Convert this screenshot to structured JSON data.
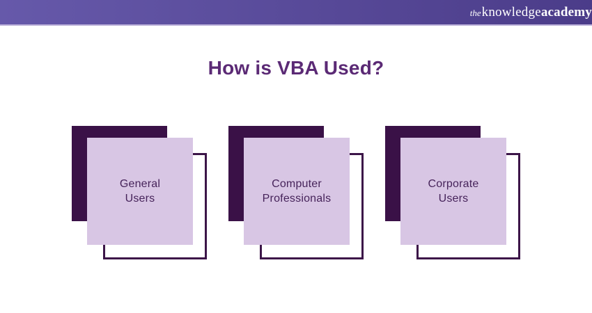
{
  "header": {
    "logo": {
      "the": "the",
      "knowledge": "knowledge",
      "academy": "academy"
    }
  },
  "title": "How is VBA Used?",
  "cards": [
    {
      "label": "General\nUsers"
    },
    {
      "label": "Computer\nProfessionals"
    },
    {
      "label": "Corporate\nUsers"
    }
  ],
  "colors": {
    "header_gradient_left": "#6659aa",
    "header_gradient_right": "#4a3b88",
    "header_bottom_line": "#b9aed8",
    "title_text": "#5b2a75",
    "card_dark_square": "#3a1147",
    "card_light_square": "#d8c6e4",
    "card_outline": "#3c1548",
    "card_text": "#46235a",
    "logo_text": "#ffffff",
    "background": "#ffffff"
  }
}
